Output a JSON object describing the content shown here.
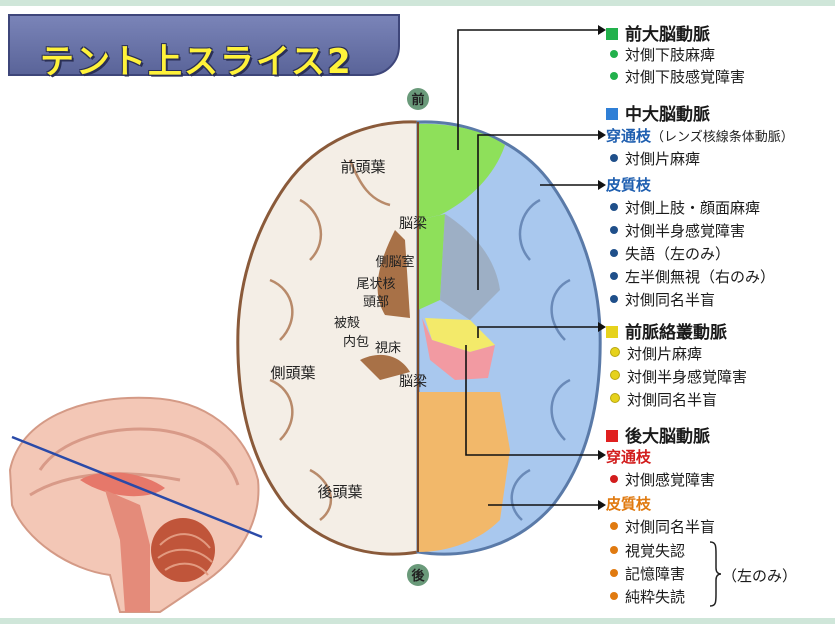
{
  "title": "テント上スライス2",
  "orientation": {
    "front": "前",
    "back": "後"
  },
  "brain_labels": {
    "frontal_lobe": "前頭葉",
    "corpus_callosum_front": "脳梁",
    "lateral_ventricle": "側脳室",
    "caudate_head_1": "尾状核",
    "caudate_head_2": "頭部",
    "putamen": "被殻",
    "internal_capsule": "内包",
    "thalamus": "視床",
    "corpus_callosum_back": "脳梁",
    "temporal_lobe": "側頭葉",
    "occipital_lobe": "後頭葉"
  },
  "colors": {
    "aca": "#22b14c",
    "mca": "#2f7fd6",
    "acha": "#e6d21c",
    "pca": "#e02020",
    "mca_text": "#1f5fb0",
    "pca_text": "#d21c1c",
    "pca_cortical_text": "#e07a10",
    "aca_region": "#8ee05a",
    "mca_region": "#a9c8ee",
    "acha_region": "#f3ea6a",
    "pca_perf_region": "#f29aa2",
    "pca_cort_region": "#f2b86a"
  },
  "legend": {
    "aca": {
      "title": "前大脳動脈",
      "items": [
        "対側下肢麻痺",
        "対側下肢感覚障害"
      ]
    },
    "mca": {
      "title": "中大脳動脈",
      "perforating_title": "穿通枝",
      "perforating_note": "（レンズ核線条体動脈）",
      "perforating_items": [
        "対側片麻痺"
      ],
      "cortical_title": "皮質枝",
      "cortical_items": [
        "対側上肢・顔面麻痺",
        "対側半身感覚障害",
        "失語（左のみ）",
        "左半側無視（右のみ）",
        "対側同名半盲"
      ]
    },
    "acha": {
      "title": "前脈絡叢動脈",
      "items": [
        "対側片麻痺",
        "対側半身感覚障害",
        "対側同名半盲"
      ]
    },
    "pca": {
      "title": "後大脳動脈",
      "perforating_title": "穿通枝",
      "perforating_items": [
        "対側感覚障害"
      ],
      "cortical_title": "皮質枝",
      "cortical_items": [
        "対側同名半盲",
        "視覚失認",
        "記憶障害",
        "純粋失読"
      ],
      "left_only_note": "（左のみ）"
    }
  }
}
